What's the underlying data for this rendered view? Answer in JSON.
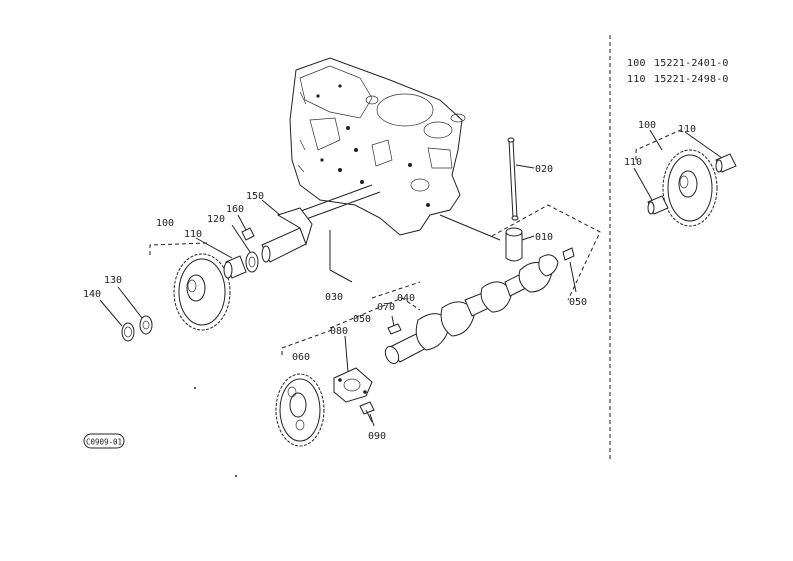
{
  "parts_table": [
    {
      "ref": "100",
      "part_number": "15221-2401-0"
    },
    {
      "ref": "110",
      "part_number": "15221-2498-0"
    }
  ],
  "callouts": {
    "c010": "010",
    "c020": "020",
    "c030": "030",
    "c040": "040",
    "c050a": "050",
    "c050b": "050",
    "c060": "060",
    "c070": "070",
    "c080": "080",
    "c090": "090",
    "c100": "100",
    "c110": "110",
    "c120": "120",
    "c130": "130",
    "c140": "140",
    "c150": "150",
    "c160": "160",
    "c100_inset": "100",
    "c110_inset_a": "110",
    "c110_inset_b": "110"
  },
  "figure_code": "C0909-01"
}
